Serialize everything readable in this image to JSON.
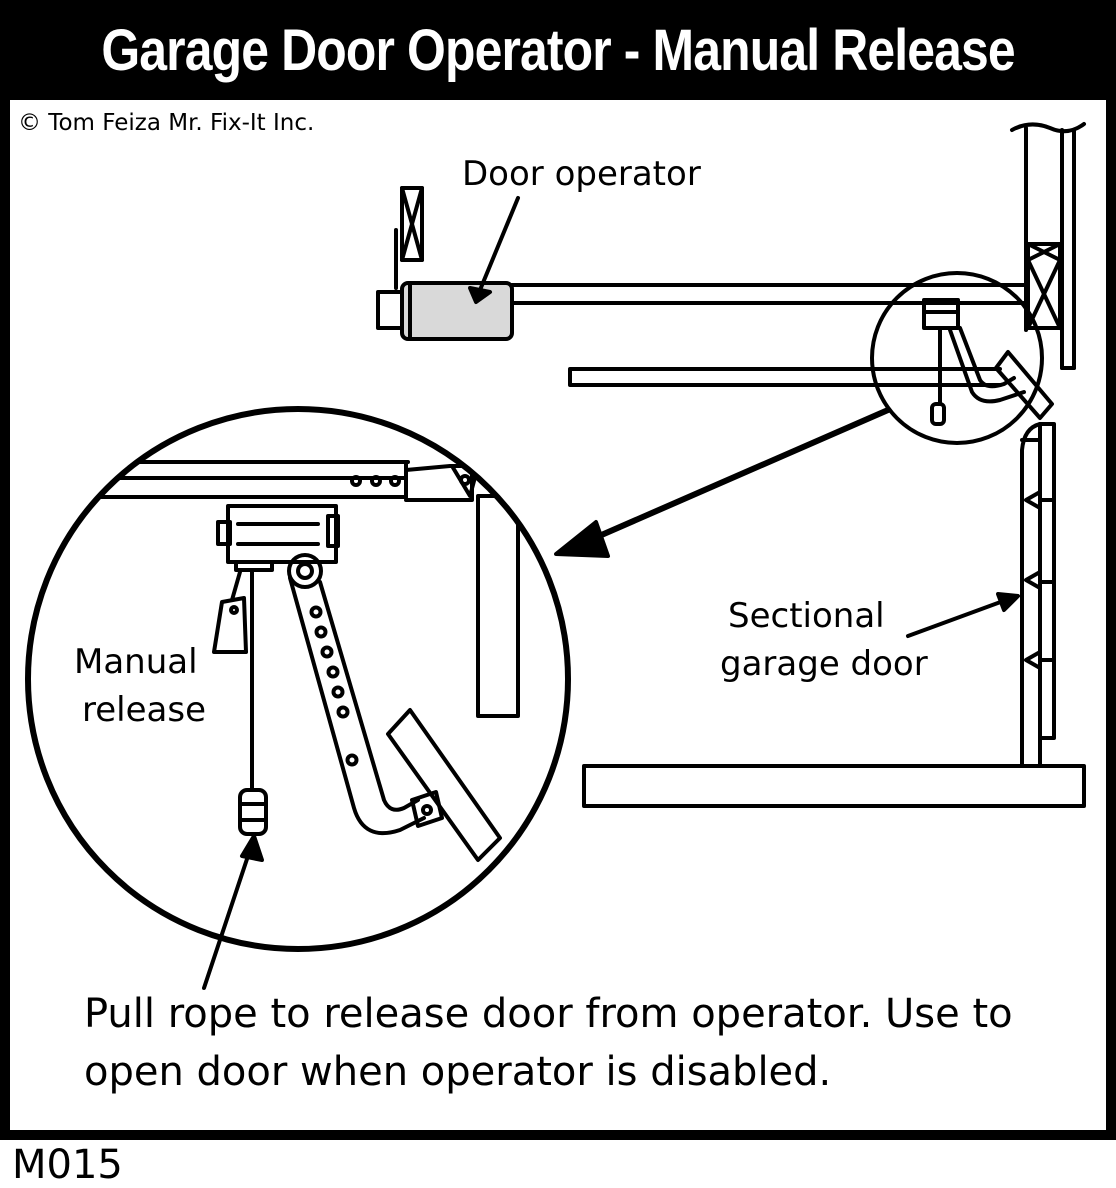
{
  "title": "Garage Door Operator - Manual Release",
  "copyright": "© Tom Feiza Mr. Fix-It Inc.",
  "labels": {
    "door_operator": "Door operator",
    "sectional_line1": "Sectional",
    "sectional_line2": "garage door",
    "manual_line1": "Manual",
    "manual_line2": "release"
  },
  "caption": {
    "line1": "Pull rope to release door from operator.  Use to",
    "line2": "open door when operator is disabled."
  },
  "figure_code": "M015",
  "colors": {
    "ink": "#000000",
    "operator_fill": "#d9d9d9",
    "paper": "#ffffff"
  }
}
